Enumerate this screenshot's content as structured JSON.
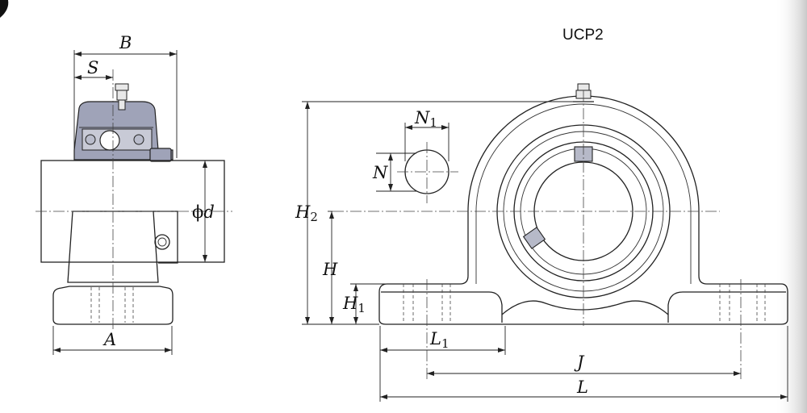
{
  "title": "UCP2",
  "labels": {
    "B": "B",
    "S": "S",
    "A": "A",
    "phi_d_symbol": "ϕ",
    "phi_d": "d",
    "N1": "N",
    "N1_sub": "1",
    "N": "N",
    "H2": "H",
    "H2_sub": "2",
    "H": "H",
    "H1": "H",
    "H1_sub": "1",
    "L1": "L",
    "L1_sub": "1",
    "J": "J",
    "L": "L"
  },
  "colors": {
    "cutaway_fill": "#9fa3b8",
    "housing_fill": "#ffffff",
    "line": "#222222"
  }
}
